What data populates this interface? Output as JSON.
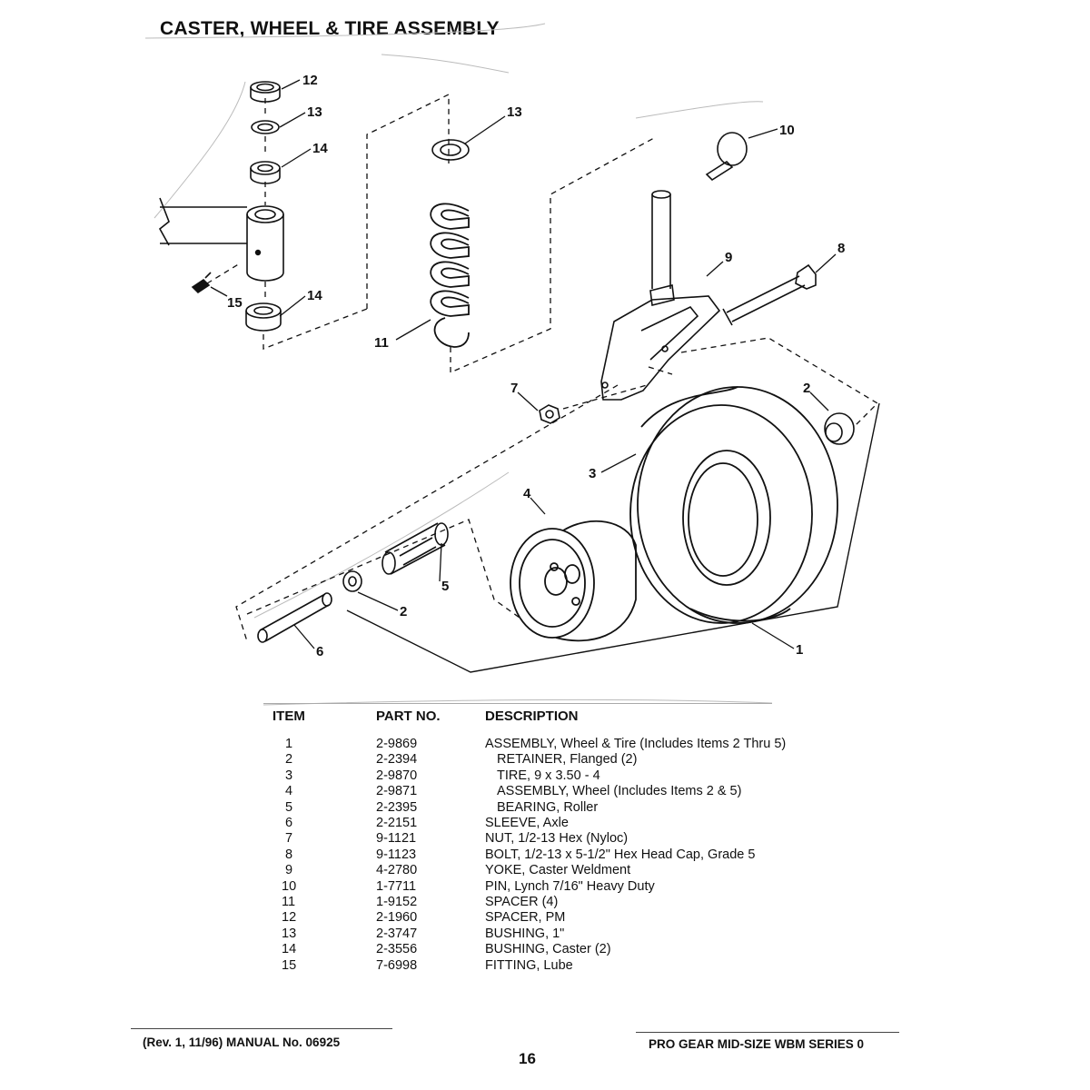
{
  "page": {
    "title": "CASTER, WHEEL & TIRE ASSEMBLY",
    "page_number": "16",
    "footer_left": "(Rev. 1, 11/96) MANUAL No. 06925",
    "footer_right": "PRO GEAR MID-SIZE WBM SERIES 0"
  },
  "diagram": {
    "callouts": [
      "12",
      "13",
      "14",
      "15",
      "14",
      "13",
      "11",
      "10",
      "9",
      "8",
      "7",
      "2",
      "3",
      "4",
      "5",
      "2",
      "6",
      "1"
    ]
  },
  "parts_table": {
    "headers": {
      "item": "ITEM",
      "part": "PART NO.",
      "description": "DESCRIPTION"
    },
    "rows": [
      {
        "item": "1",
        "part": "2-9869",
        "description": "ASSEMBLY, Wheel & Tire (Includes Items 2 Thru 5)"
      },
      {
        "item": "2",
        "part": "2-2394",
        "description": "RETAINER, Flanged (2)"
      },
      {
        "item": "3",
        "part": "2-9870",
        "description": "TIRE, 9 x 3.50 - 4"
      },
      {
        "item": "4",
        "part": "2-9871",
        "description": "ASSEMBLY, Wheel (Includes Items 2 & 5)"
      },
      {
        "item": "5",
        "part": "2-2395",
        "description": "BEARING, Roller"
      },
      {
        "item": "6",
        "part": "2-2151",
        "description": "SLEEVE, Axle"
      },
      {
        "item": "7",
        "part": "9-1121",
        "description": "NUT, 1/2-13 Hex (Nyloc)"
      },
      {
        "item": "8",
        "part": "9-1123",
        "description": "BOLT, 1/2-13 x 5-1/2\" Hex Head Cap, Grade 5"
      },
      {
        "item": "9",
        "part": "4-2780",
        "description": "YOKE, Caster Weldment"
      },
      {
        "item": "10",
        "part": "1-7711",
        "description": "PIN, Lynch 7/16\" Heavy Duty"
      },
      {
        "item": "11",
        "part": "1-9152",
        "description": "SPACER (4)"
      },
      {
        "item": "12",
        "part": "2-1960",
        "description": "SPACER, PM"
      },
      {
        "item": "13",
        "part": "2-3747",
        "description": "BUSHING, 1\""
      },
      {
        "item": "14",
        "part": "2-3556",
        "description": "BUSHING, Caster (2)"
      },
      {
        "item": "15",
        "part": "7-6998",
        "description": "FITTING, Lube"
      }
    ]
  }
}
